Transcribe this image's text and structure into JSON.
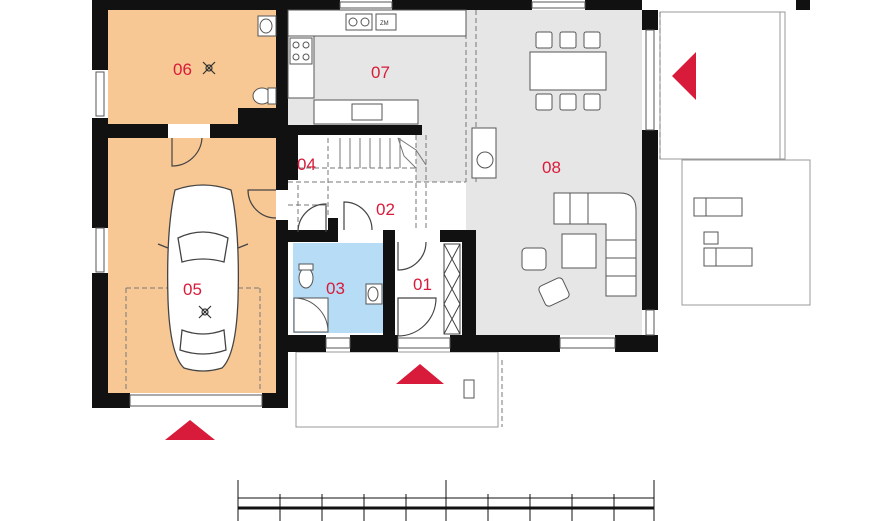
{
  "rooms": [
    {
      "id": "01",
      "label": "01",
      "fill": "#ffffff"
    },
    {
      "id": "02",
      "label": "02",
      "fill": "#ffffff"
    },
    {
      "id": "03",
      "label": "03",
      "fill": "#b7dcf5"
    },
    {
      "id": "04",
      "label": "04",
      "fill": "#ffffff"
    },
    {
      "id": "05",
      "label": "05",
      "fill": "#f8c894"
    },
    {
      "id": "06",
      "label": "06",
      "fill": "#f8c894"
    },
    {
      "id": "07",
      "label": "07",
      "fill": "#e6e6e6"
    },
    {
      "id": "08",
      "label": "08",
      "fill": "#e6e6e6"
    }
  ],
  "appliance_labels": {
    "fridge": "ZM"
  },
  "icons": {
    "entrance_marker": "red-triangle-arrow",
    "car": "car-topview-icon",
    "light_fixture": "ceiling-light-icon"
  },
  "colors": {
    "wall": "#111111",
    "label": "#d81b3a",
    "arrow": "#d81b3a",
    "furniture_stroke": "#555555"
  }
}
